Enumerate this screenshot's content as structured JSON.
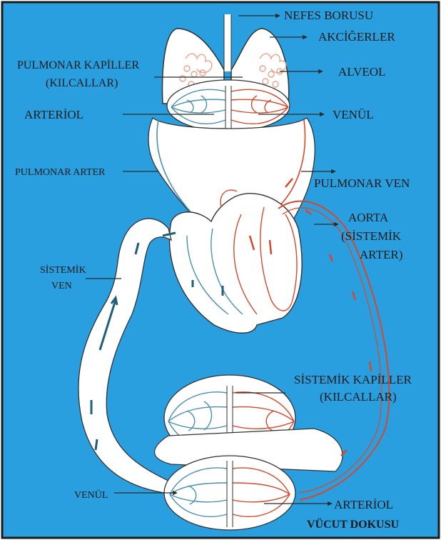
{
  "colors": {
    "background": "#2a9fe0",
    "border": "#1a1a1a",
    "organ_fill": "#ffffff",
    "deoxygenated": "#4a8fb0",
    "oxygenated": "#d9472b",
    "arrow_dark": "#1f5f7a",
    "alveoli": "#e9a58e",
    "leader": "#2b2b2b"
  },
  "labels": {
    "nefes_borusu": "NEFES BORUSU",
    "akcigerler": "AKCİĞERLER",
    "pulmonar_kapiller_1": "PULMONAR KAPİLLER",
    "pulmonar_kapiller_2": "(KILCALLAR)",
    "alveol": "ALVEOL",
    "arteriol_top": "ARTERİOL",
    "venul_top": "VENÜL",
    "pulmonar_arter": "PULMONAR ARTER",
    "pulmonar_ven": "PULMONAR VEN",
    "aorta_1": "AORTA",
    "aorta_2": "(SİSTEMİK",
    "aorta_3": "ARTER)",
    "sistemik_ven_1": "SİSTEMİK",
    "sistemik_ven_2": "VEN",
    "sistemik_kapiller_1": "SİSTEMİK KAPİLLER",
    "sistemik_kapiller_2": "(KILCALLAR)",
    "venul_bottom": "VENÜL",
    "arteriol_bottom": "ARTERİOL",
    "vucut_dokusu": "VÜCUT DOKUSU"
  }
}
